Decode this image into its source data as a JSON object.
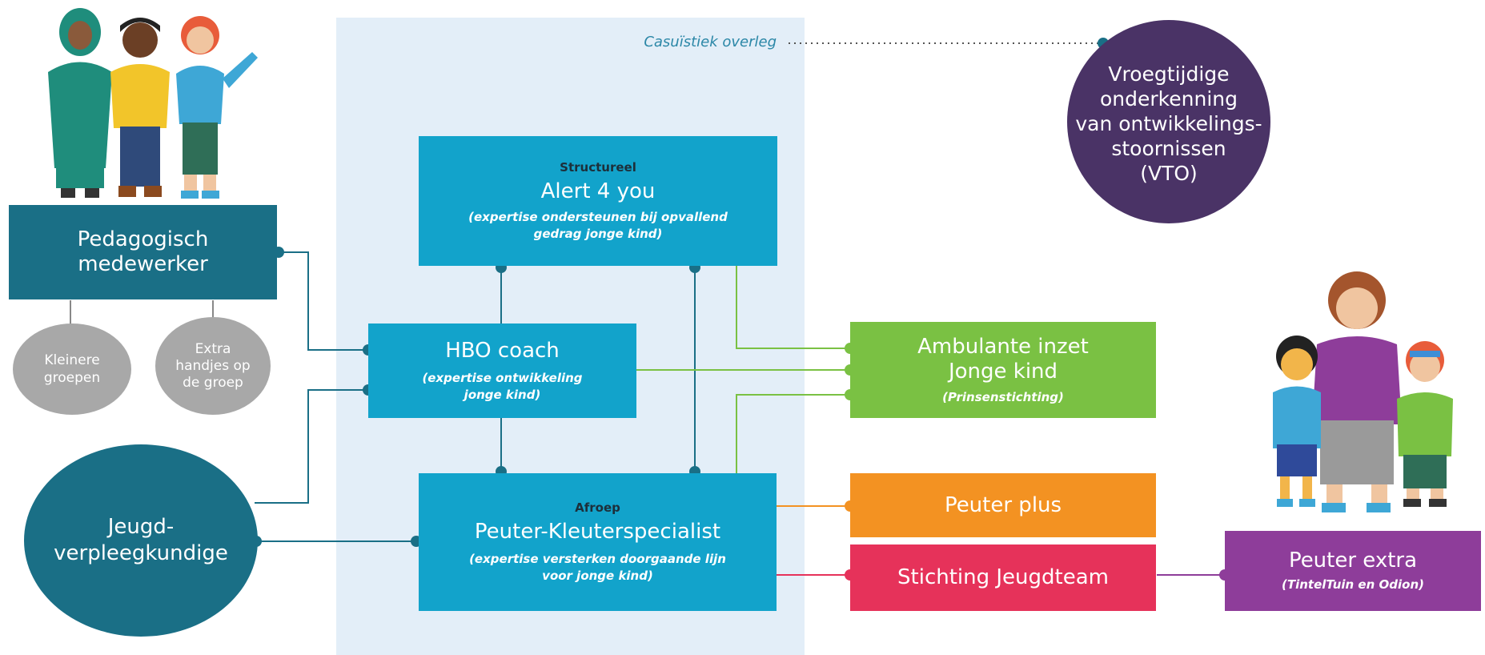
{
  "casus": {
    "label": "Casuïstiek overleg"
  },
  "vto": {
    "lines": [
      "Vroegtijdige",
      "onderkenning",
      "van ontwikkelings-",
      "stoornissen",
      "(VTO)"
    ]
  },
  "pedagogisch": {
    "lines": [
      "Pedagogisch",
      "medewerker"
    ]
  },
  "kleinere": {
    "lines": [
      "Kleinere",
      "groepen"
    ]
  },
  "extra": {
    "lines": [
      "Extra",
      "handjes op",
      "de groep"
    ]
  },
  "jeugd": {
    "lines": [
      "Jeugd-",
      "verpleegkundige"
    ]
  },
  "alert": {
    "tag": "Structureel",
    "title": "Alert 4 you",
    "subtitle": [
      "(expertise ondersteunen bij opvallend",
      "gedrag jonge kind)"
    ]
  },
  "hbo": {
    "title": "HBO coach",
    "subtitle": [
      "(expertise ontwikkeling",
      "jonge kind)"
    ]
  },
  "peuterkleuter": {
    "tag": "Afroep",
    "title": "Peuter-Kleuterspecialist",
    "subtitle": [
      "(expertise versterken doorgaande lijn",
      "voor jonge kind)"
    ]
  },
  "ambulante": {
    "title": [
      "Ambulante inzet",
      "Jonge kind"
    ],
    "subtitle": "(Prinsenstichting)"
  },
  "peuterplus": {
    "title": "Peuter plus"
  },
  "jeugdteam": {
    "title": "Stichting Jeugdteam"
  },
  "peuterextra": {
    "title": "Peuter extra",
    "subtitle": "(TintelTuin en Odion)"
  },
  "colors": {
    "teal_dark": "#1a6f86",
    "teal_light": "#12a3cb",
    "green": "#7ac143",
    "orange": "#f39222",
    "red": "#e6325a",
    "purple_dark": "#4a3366",
    "purple": "#8e3d9a",
    "gray": "#a8a8a8",
    "panel": "#e3eef8"
  }
}
